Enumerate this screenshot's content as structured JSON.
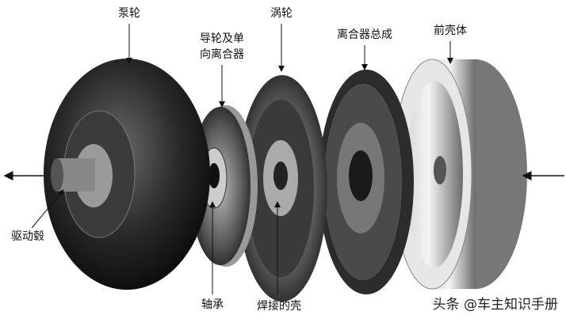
{
  "labels": {
    "pump": "泵轮",
    "stator_line1": "导轮及单",
    "stator_line2": "向离合器",
    "turbine": "涡轮",
    "clutch": "离合器总成",
    "front_cover": "前壳体",
    "drive_hub": "驱动毂",
    "bearing": "轴承",
    "welded_shell": "焊接的壳"
  },
  "watermark": "头条 @车主知识手册"
}
